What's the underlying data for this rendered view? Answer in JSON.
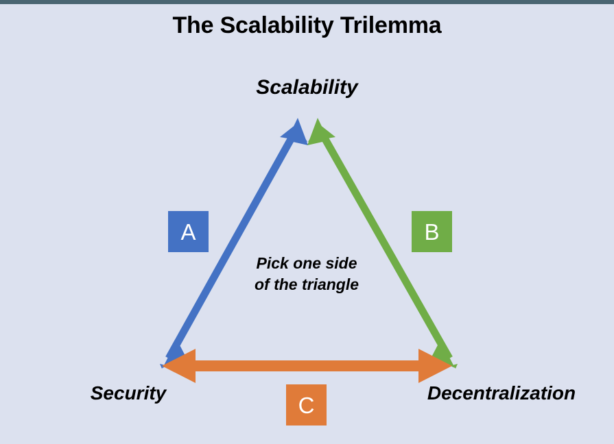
{
  "slide": {
    "title": "The Scalability Trilemma",
    "background_color": "#dce1ef",
    "accent_bar_color": "#4a6572"
  },
  "vertices": [
    {
      "id": "scalability",
      "label": "Scalability",
      "position": "top"
    },
    {
      "id": "security",
      "label": "Security",
      "position": "bottom-left"
    },
    {
      "id": "decentralization",
      "label": "Decentralization",
      "position": "bottom-right"
    }
  ],
  "center_note": {
    "line1": "Pick one side",
    "line2": "of the triangle"
  },
  "sides": [
    {
      "badge": "A",
      "color": "#4472c4",
      "from": "Security",
      "to": "Scalability",
      "arrow": "single"
    },
    {
      "badge": "B",
      "color": "#70ad47",
      "from": "Decentralization",
      "to": "Scalability",
      "arrow": "single"
    },
    {
      "badge": "C",
      "color": "#e07b39",
      "from": "Security",
      "to": "Decentralization",
      "arrow": "double"
    }
  ],
  "icons": {
    "arrow_up_left": "arrow-blue-icon",
    "arrow_up_right": "arrow-green-icon",
    "arrow_horizontal": "arrow-orange-double-icon"
  }
}
